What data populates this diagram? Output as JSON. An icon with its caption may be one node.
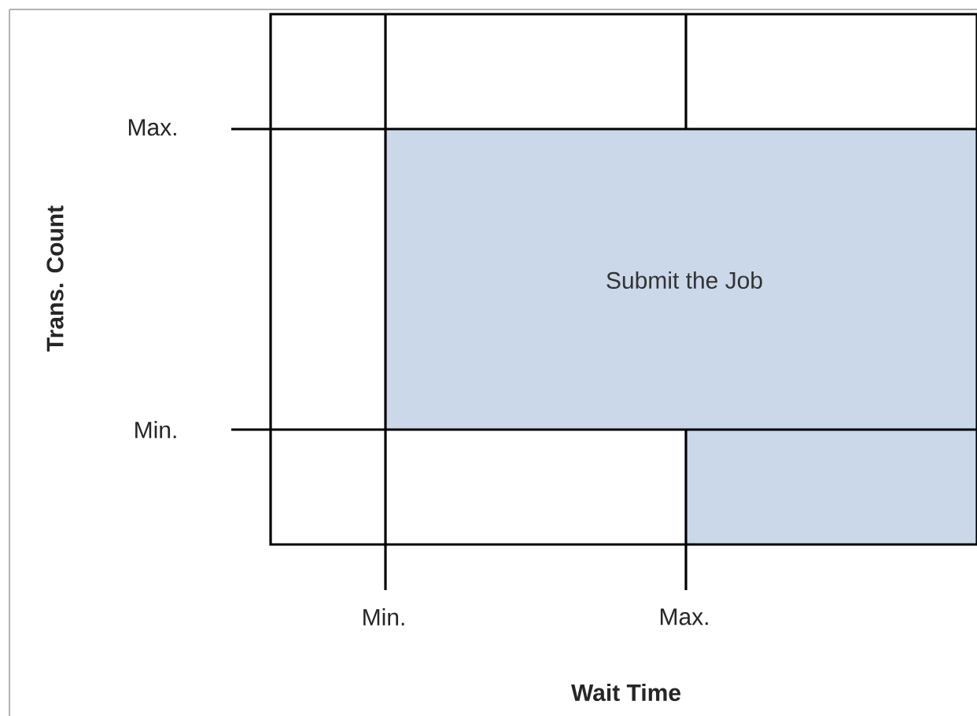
{
  "diagram": {
    "nodes": [
      {
        "text": [
          "Submit the Job"
        ]
      }
    ],
    "labels": [
      "Max.",
      "Min.",
      "Trans. Count",
      "Min.",
      "Max.",
      "Wait Time"
    ]
  }
}
